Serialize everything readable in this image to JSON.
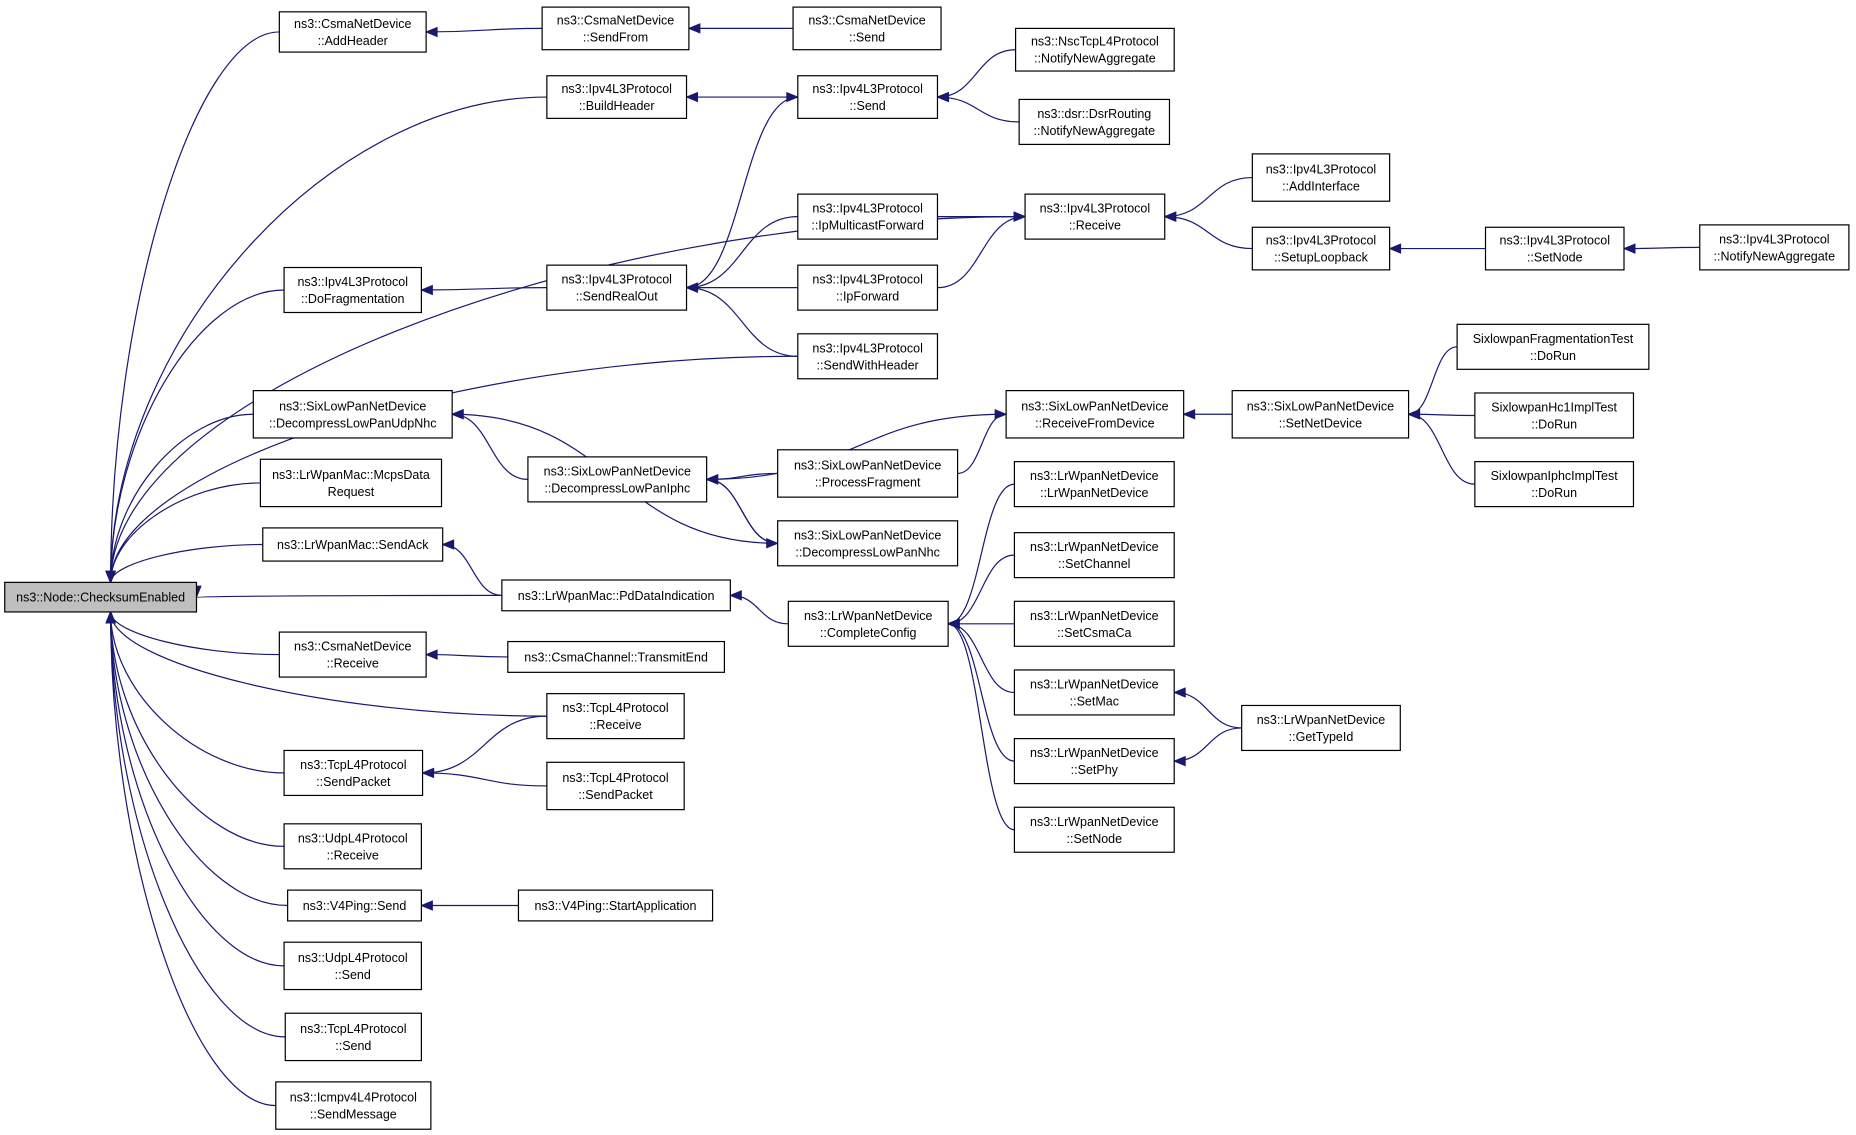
{
  "root": "n0",
  "nodes": {
    "n0": {
      "lines": [
        "ns3::Node::ChecksumEnabled"
      ],
      "root": true
    },
    "n1": {
      "lines": [
        "ns3::CsmaNetDevice",
        "::AddHeader"
      ]
    },
    "n2": {
      "lines": [
        "ns3::CsmaNetDevice",
        "::SendFrom"
      ]
    },
    "n3": {
      "lines": [
        "ns3::CsmaNetDevice",
        "::Send"
      ]
    },
    "n4": {
      "lines": [
        "ns3::Ipv4L3Protocol",
        "::BuildHeader"
      ]
    },
    "n5": {
      "lines": [
        "ns3::Ipv4L3Protocol",
        "::Send"
      ]
    },
    "n6": {
      "lines": [
        "ns3::NscTcpL4Protocol",
        "::NotifyNewAggregate"
      ]
    },
    "n7": {
      "lines": [
        "ns3::dsr::DsrRouting",
        "::NotifyNewAggregate"
      ]
    },
    "n8": {
      "lines": [
        "ns3::Ipv4L3Protocol",
        "::Receive"
      ]
    },
    "n9": {
      "lines": [
        "ns3::Ipv4L3Protocol",
        "::AddInterface"
      ]
    },
    "n10": {
      "lines": [
        "ns3::Ipv4L3Protocol",
        "::SetupLoopback"
      ]
    },
    "n11": {
      "lines": [
        "ns3::Ipv4L3Protocol",
        "::SetNode"
      ]
    },
    "n12": {
      "lines": [
        "ns3::Ipv4L3Protocol",
        "::NotifyNewAggregate"
      ]
    },
    "n13": {
      "lines": [
        "ns3::Ipv4L3Protocol",
        "::IpMulticastForward"
      ]
    },
    "n14": {
      "lines": [
        "ns3::Ipv4L3Protocol",
        "::DoFragmentation"
      ]
    },
    "n15": {
      "lines": [
        "ns3::Ipv4L3Protocol",
        "::SendRealOut"
      ]
    },
    "n16": {
      "lines": [
        "ns3::Ipv4L3Protocol",
        "::IpForward"
      ]
    },
    "n17": {
      "lines": [
        "ns3::Ipv4L3Protocol",
        "::SendWithHeader"
      ]
    },
    "n18": {
      "lines": [
        "SixlowpanFragmentationTest",
        "::DoRun"
      ]
    },
    "n19": {
      "lines": [
        "ns3::SixLowPanNetDevice",
        "::DecompressLowPanUdpNhc"
      ]
    },
    "n20": {
      "lines": [
        "ns3::SixLowPanNetDevice",
        "::ReceiveFromDevice"
      ]
    },
    "n21": {
      "lines": [
        "ns3::SixLowPanNetDevice",
        "::SetNetDevice"
      ]
    },
    "n22": {
      "lines": [
        "SixlowpanHc1ImplTest",
        "::DoRun"
      ]
    },
    "n23": {
      "lines": [
        "ns3::LrWpanMac::McpsData",
        "Request"
      ]
    },
    "n24": {
      "lines": [
        "ns3::SixLowPanNetDevice",
        "::DecompressLowPanIphc"
      ]
    },
    "n25": {
      "lines": [
        "ns3::SixLowPanNetDevice",
        "::ProcessFragment"
      ]
    },
    "n26": {
      "lines": [
        "ns3::LrWpanNetDevice",
        "::LrWpanNetDevice"
      ]
    },
    "n27": {
      "lines": [
        "SixlowpanIphcImplTest",
        "::DoRun"
      ]
    },
    "n28": {
      "lines": [
        "ns3::SixLowPanNetDevice",
        "::DecompressLowPanNhc"
      ]
    },
    "n29": {
      "lines": [
        "ns3::LrWpanMac::SendAck"
      ]
    },
    "n30": {
      "lines": [
        "ns3::LrWpanNetDevice",
        "::SetChannel"
      ]
    },
    "n31": {
      "lines": [
        "ns3::LrWpanMac::PdDataIndication"
      ]
    },
    "n32": {
      "lines": [
        "ns3::LrWpanNetDevice",
        "::CompleteConfig"
      ]
    },
    "n33": {
      "lines": [
        "ns3::LrWpanNetDevice",
        "::SetCsmaCa"
      ]
    },
    "n34": {
      "lines": [
        "ns3::CsmaNetDevice",
        "::Receive"
      ]
    },
    "n35": {
      "lines": [
        "ns3::CsmaChannel::TransmitEnd"
      ]
    },
    "n36": {
      "lines": [
        "ns3::LrWpanNetDevice",
        "::SetMac"
      ]
    },
    "n37": {
      "lines": [
        "ns3::TcpL4Protocol",
        "::Receive"
      ]
    },
    "n38": {
      "lines": [
        "ns3::LrWpanNetDevice",
        "::GetTypeId"
      ]
    },
    "n39": {
      "lines": [
        "ns3::TcpL4Protocol",
        "::SendPacket"
      ]
    },
    "n40": {
      "lines": [
        "ns3::LrWpanNetDevice",
        "::SetPhy"
      ]
    },
    "n41": {
      "lines": [
        "ns3::TcpL4Protocol",
        "::SendPacket"
      ]
    },
    "n42": {
      "lines": [
        "ns3::LrWpanNetDevice",
        "::SetNode"
      ]
    },
    "n43": {
      "lines": [
        "ns3::UdpL4Protocol",
        "::Receive"
      ]
    },
    "n44": {
      "lines": [
        "ns3::V4Ping::Send"
      ]
    },
    "n45": {
      "lines": [
        "ns3::V4Ping::StartApplication"
      ]
    },
    "n46": {
      "lines": [
        "ns3::UdpL4Protocol",
        "::Send"
      ]
    },
    "n47": {
      "lines": [
        "ns3::TcpL4Protocol",
        "::Send"
      ]
    },
    "n48": {
      "lines": [
        "ns3::Icmpv4L4Protocol",
        "::SendMessage"
      ]
    }
  },
  "edges": [
    [
      "n1",
      "n0"
    ],
    [
      "n4",
      "n0"
    ],
    [
      "n8",
      "n0"
    ],
    [
      "n14",
      "n0"
    ],
    [
      "n17",
      "n0"
    ],
    [
      "n19",
      "n0"
    ],
    [
      "n23",
      "n0"
    ],
    [
      "n29",
      "n0"
    ],
    [
      "n31",
      "n0"
    ],
    [
      "n34",
      "n0"
    ],
    [
      "n37",
      "n0"
    ],
    [
      "n39",
      "n0"
    ],
    [
      "n43",
      "n0"
    ],
    [
      "n44",
      "n0"
    ],
    [
      "n46",
      "n0"
    ],
    [
      "n47",
      "n0"
    ],
    [
      "n48",
      "n0"
    ],
    [
      "n2",
      "n1"
    ],
    [
      "n3",
      "n2"
    ],
    [
      "n5",
      "n4"
    ],
    [
      "n6",
      "n5"
    ],
    [
      "n7",
      "n5"
    ],
    [
      "n15",
      "n5"
    ],
    [
      "n9",
      "n8"
    ],
    [
      "n10",
      "n8"
    ],
    [
      "n11",
      "n10"
    ],
    [
      "n12",
      "n11"
    ],
    [
      "n13",
      "n8"
    ],
    [
      "n16",
      "n8"
    ],
    [
      "n15",
      "n14"
    ],
    [
      "n13",
      "n15"
    ],
    [
      "n16",
      "n15"
    ],
    [
      "n17",
      "n15"
    ],
    [
      "n24",
      "n19"
    ],
    [
      "n28",
      "n19"
    ],
    [
      "n20",
      "n24"
    ],
    [
      "n25",
      "n24"
    ],
    [
      "n28",
      "n24"
    ],
    [
      "n24",
      "n28"
    ],
    [
      "n25",
      "n20"
    ],
    [
      "n21",
      "n20"
    ],
    [
      "n18",
      "n21"
    ],
    [
      "n22",
      "n21"
    ],
    [
      "n27",
      "n21"
    ],
    [
      "n31",
      "n29"
    ],
    [
      "n32",
      "n31"
    ],
    [
      "n26",
      "n32"
    ],
    [
      "n30",
      "n32"
    ],
    [
      "n33",
      "n32"
    ],
    [
      "n36",
      "n32"
    ],
    [
      "n40",
      "n32"
    ],
    [
      "n42",
      "n32"
    ],
    [
      "n38",
      "n36"
    ],
    [
      "n38",
      "n40"
    ],
    [
      "n35",
      "n34"
    ],
    [
      "n37",
      "n39"
    ],
    [
      "n41",
      "n39"
    ],
    [
      "n45",
      "n44"
    ]
  ]
}
